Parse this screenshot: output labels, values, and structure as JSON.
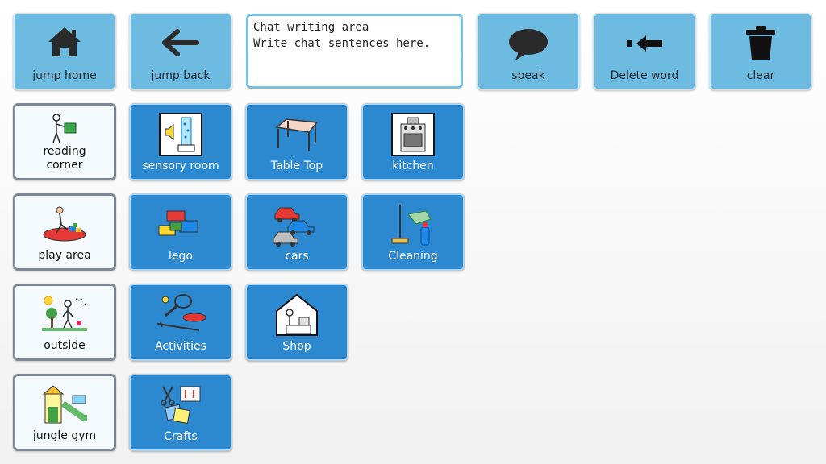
{
  "toolbar": {
    "jump_home": "jump home",
    "jump_back": "jump back",
    "speak": "speak",
    "delete_word": "Delete word",
    "clear": "clear"
  },
  "chat": {
    "title": "Chat writing area",
    "placeholder": "Write chat sentences here."
  },
  "locations": {
    "reading_corner": "reading\ncorner",
    "play_area": "play area",
    "outside": "outside",
    "jungle_gym": "jungle gym"
  },
  "categories": {
    "sensory_room": "sensory room",
    "table_top": "Table Top",
    "kitchen": "kitchen",
    "lego": "lego",
    "cars": "cars",
    "cleaning": "Cleaning",
    "activities": "Activities",
    "shop": "Shop",
    "crafts": "Crafts"
  },
  "colors": {
    "control_tile": "#6dbbe0",
    "category_tile": "#2c88cf",
    "location_tile": "#f5fafe"
  },
  "icons": {
    "jump_home": "house-icon",
    "jump_back": "arrow-left-icon",
    "speak": "speech-bubble-icon",
    "delete_word": "backspace-arrow-icon",
    "clear": "trash-icon"
  }
}
